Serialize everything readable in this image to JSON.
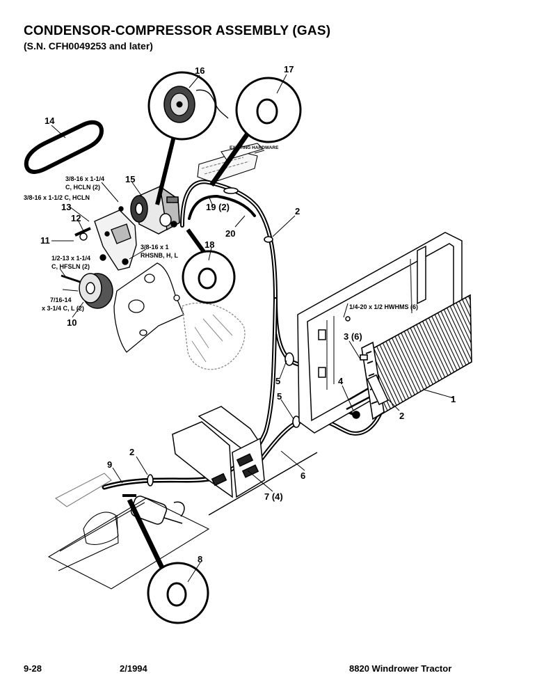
{
  "header": {
    "title": "CONDENSOR-COMPRESSOR ASSEMBLY (GAS)",
    "subtitle": "(S.N. CFH0049253 and later)"
  },
  "callouts": [
    {
      "id": "c16",
      "text": "16"
    },
    {
      "id": "c17",
      "text": "17"
    },
    {
      "id": "c14",
      "text": "14"
    },
    {
      "id": "c15",
      "text": "15"
    },
    {
      "id": "c13",
      "text": "13"
    },
    {
      "id": "c12",
      "text": "12"
    },
    {
      "id": "c11",
      "text": "11"
    },
    {
      "id": "c10",
      "text": "10"
    },
    {
      "id": "c19",
      "text": "19 (2)"
    },
    {
      "id": "c20",
      "text": "20"
    },
    {
      "id": "c18",
      "text": "18"
    },
    {
      "id": "c2a",
      "text": "2"
    },
    {
      "id": "c2b",
      "text": "2"
    },
    {
      "id": "c2c",
      "text": "2"
    },
    {
      "id": "c3",
      "text": "3 (6)"
    },
    {
      "id": "c1",
      "text": "1"
    },
    {
      "id": "c4",
      "text": "4"
    },
    {
      "id": "c5a",
      "text": "5"
    },
    {
      "id": "c5b",
      "text": "5"
    },
    {
      "id": "c6",
      "text": "6"
    },
    {
      "id": "c7",
      "text": "7 (4)"
    },
    {
      "id": "c9",
      "text": "9"
    },
    {
      "id": "c8",
      "text": "8"
    }
  ],
  "specs": {
    "existing_hardware": "EXISTING HARDWARE",
    "bolt_a_line1": "3/8-16 x 1-1/4",
    "bolt_a_line2": "C, HCLN (2)",
    "bolt_b": "3/8-16 x 1-1/2 C, HCLN",
    "bolt_c_line1": "3/8-16 x 1",
    "bolt_c_line2": "RHSNB, H, L",
    "bolt_d_line1": "1/2-13 x 1-1/4",
    "bolt_d_line2": "C, HFSLN (2)",
    "bolt_e_line1": "7/16-14",
    "bolt_e_line2": "x 3-1/4 C, L (2)",
    "screw_f": "1/4-20 x 1/2 HWHMS (6)"
  },
  "footer": {
    "page": "9-28",
    "date": "2/1994",
    "model": "8820 Windrower Tractor"
  }
}
